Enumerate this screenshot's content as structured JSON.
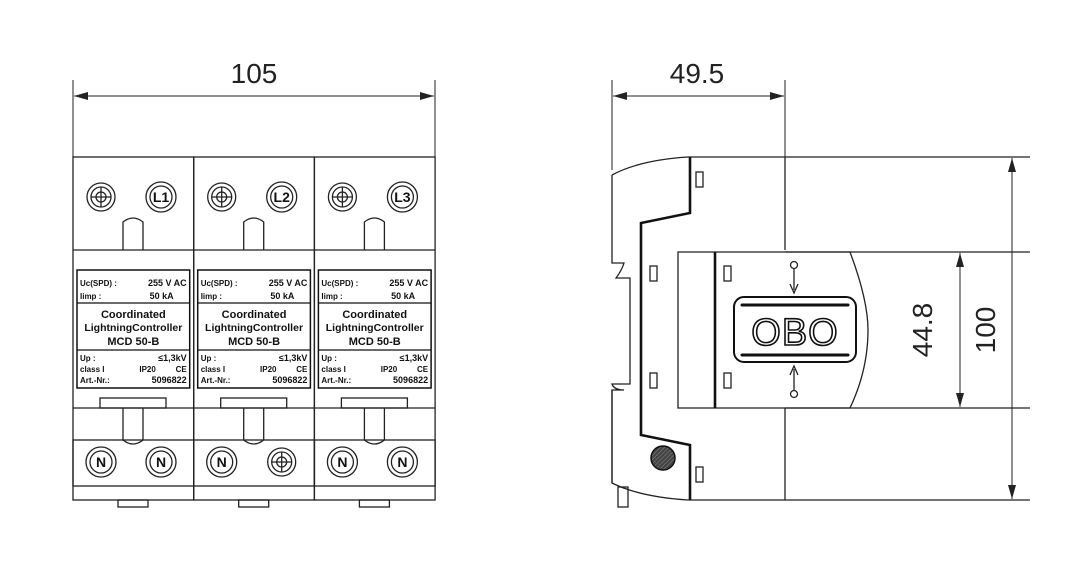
{
  "dimensions": {
    "width_front": "105",
    "width_side": "49.5",
    "height_inner": "44.8",
    "height_total": "100"
  },
  "modules": [
    {
      "top_terminal": "L1",
      "bottom_left": "N",
      "bottom_right": "N",
      "bottom_right_is_screw": false
    },
    {
      "top_terminal": "L2",
      "bottom_left": "N",
      "bottom_right": "",
      "bottom_right_is_screw": true
    },
    {
      "top_terminal": "L3",
      "bottom_left": "N",
      "bottom_right": "N",
      "bottom_right_is_screw": false
    }
  ],
  "label": {
    "uc_key": "Uc(SPD) :",
    "uc_val": "255 V AC",
    "iimp_key": "Iimp :",
    "iimp_val": "50 kA",
    "line1": "Coordinated",
    "line2": "LightningController",
    "line3": "MCD 50-B",
    "up_key": "Up      :",
    "up_val": "≤1,3kV",
    "class_key": "class I",
    "ip": "IP20",
    "ce": "CE",
    "art_key": "Art.-Nr.:",
    "art_val": "5096822"
  },
  "logo": "OBO"
}
